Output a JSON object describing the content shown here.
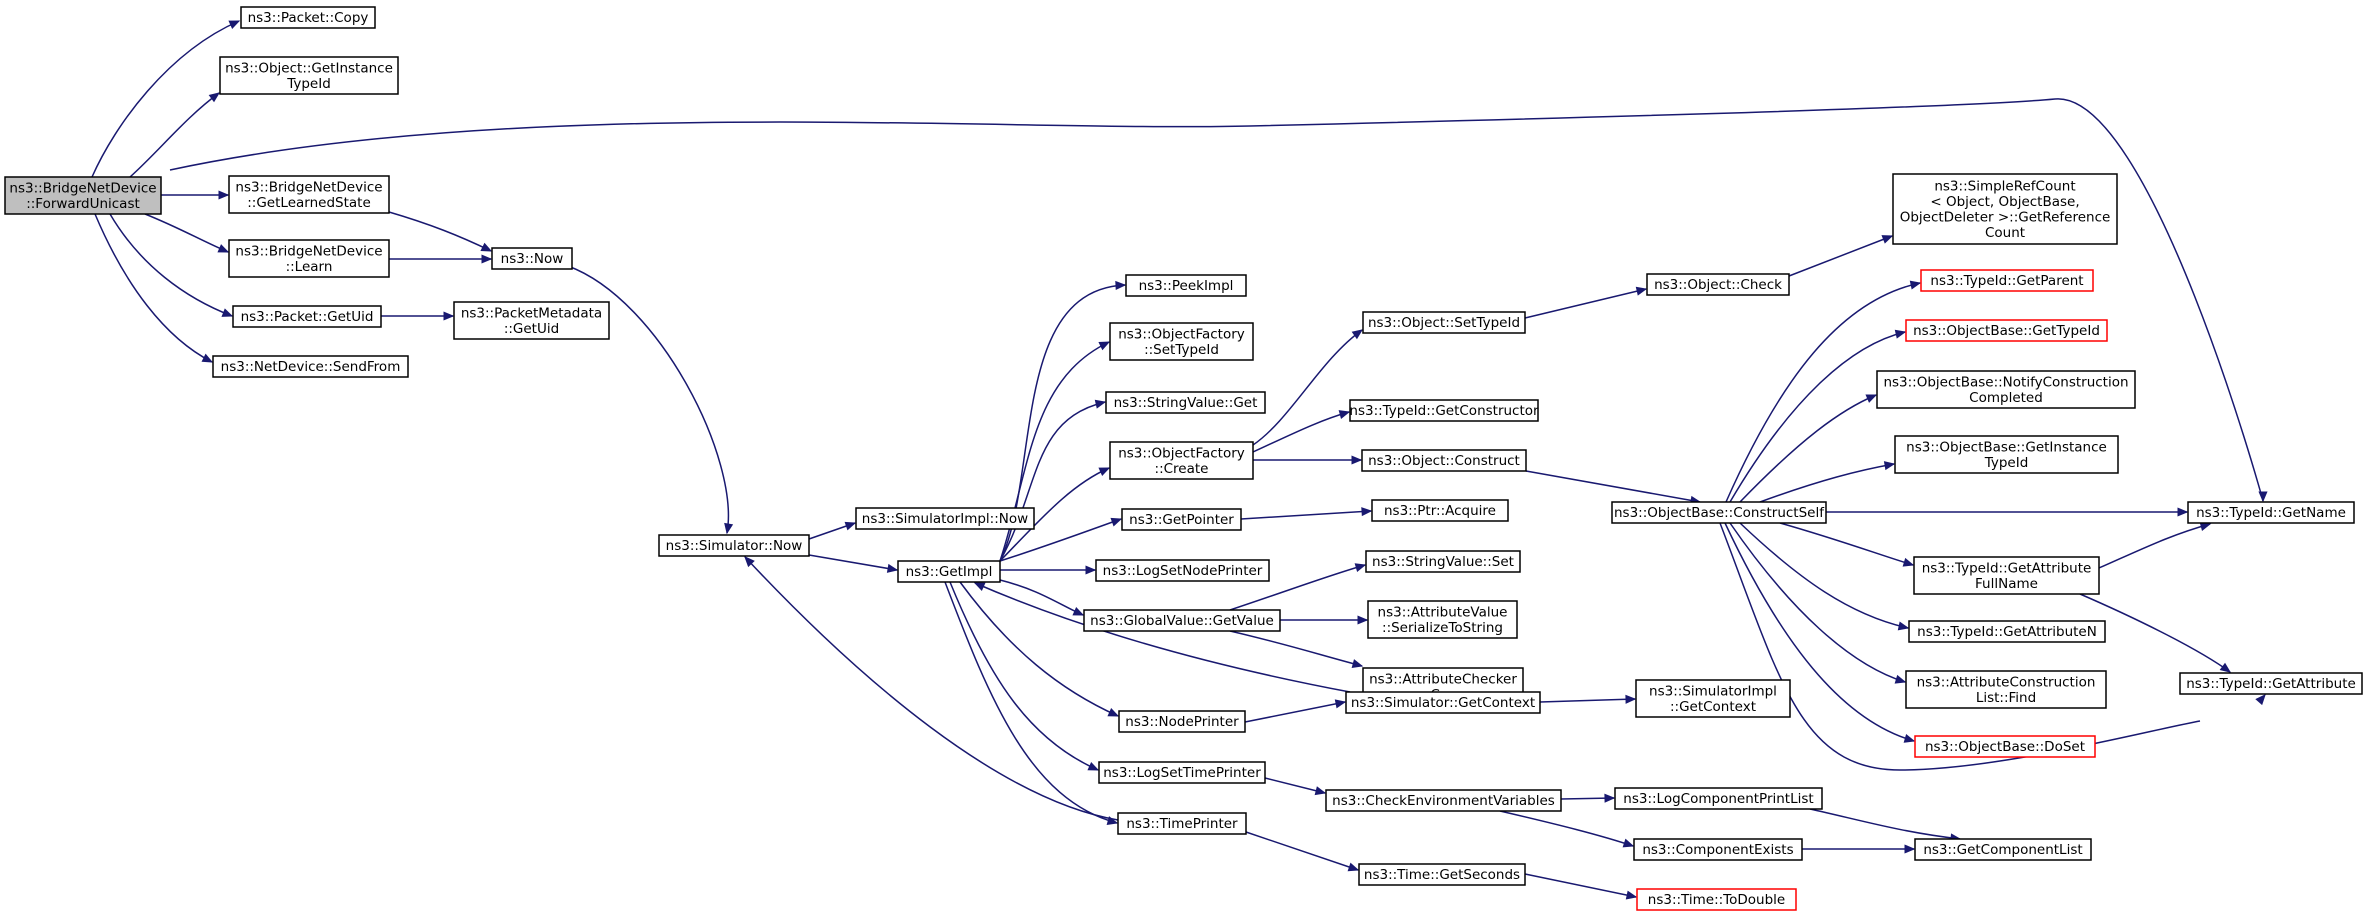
{
  "diagram": {
    "nodes": [
      {
        "id": "root",
        "lines": [
          "ns3::BridgeNetDevice",
          "::ForwardUnicast"
        ],
        "style": "root"
      },
      {
        "id": "pkt_copy",
        "lines": [
          "ns3::Packet::Copy"
        ]
      },
      {
        "id": "obj_getinst",
        "lines": [
          "ns3::Object::GetInstance",
          "TypeId"
        ]
      },
      {
        "id": "bnd_learned",
        "lines": [
          "ns3::BridgeNetDevice",
          "::GetLearnedState"
        ]
      },
      {
        "id": "bnd_learn",
        "lines": [
          "ns3::BridgeNetDevice",
          "::Learn"
        ]
      },
      {
        "id": "pkt_uid",
        "lines": [
          "ns3::Packet::GetUid"
        ]
      },
      {
        "id": "nd_sendfrom",
        "lines": [
          "ns3::NetDevice::SendFrom"
        ]
      },
      {
        "id": "now",
        "lines": [
          "ns3::Now"
        ]
      },
      {
        "id": "pm_uid",
        "lines": [
          "ns3::PacketMetadata",
          "::GetUid"
        ]
      },
      {
        "id": "sim_now",
        "lines": [
          "ns3::Simulator::Now"
        ]
      },
      {
        "id": "simimpl_now",
        "lines": [
          "ns3::SimulatorImpl::Now"
        ]
      },
      {
        "id": "getimpl",
        "lines": [
          "ns3::GetImpl"
        ]
      },
      {
        "id": "peekimpl",
        "lines": [
          "ns3::PeekImpl"
        ]
      },
      {
        "id": "of_settype",
        "lines": [
          "ns3::ObjectFactory",
          "::SetTypeId"
        ]
      },
      {
        "id": "sv_get",
        "lines": [
          "ns3::StringValue::Get"
        ]
      },
      {
        "id": "of_create",
        "lines": [
          "ns3::ObjectFactory",
          "::Create"
        ]
      },
      {
        "id": "getpointer",
        "lines": [
          "ns3::GetPointer"
        ]
      },
      {
        "id": "lsnp",
        "lines": [
          "ns3::LogSetNodePrinter"
        ]
      },
      {
        "id": "gv_getvalue",
        "lines": [
          "ns3::GlobalValue::GetValue"
        ]
      },
      {
        "id": "nodeprinter",
        "lines": [
          "ns3::NodePrinter"
        ]
      },
      {
        "id": "lstp",
        "lines": [
          "ns3::LogSetTimePrinter"
        ]
      },
      {
        "id": "timeprinter",
        "lines": [
          "ns3::TimePrinter"
        ]
      },
      {
        "id": "obj_settype",
        "lines": [
          "ns3::Object::SetTypeId"
        ]
      },
      {
        "id": "tid_getctor",
        "lines": [
          "ns3::TypeId::GetConstructor"
        ]
      },
      {
        "id": "obj_construct",
        "lines": [
          "ns3::Object::Construct"
        ]
      },
      {
        "id": "ptr_acquire",
        "lines": [
          "ns3::Ptr::Acquire"
        ]
      },
      {
        "id": "sv_set",
        "lines": [
          "ns3::StringValue::Set"
        ]
      },
      {
        "id": "av_ser",
        "lines": [
          "ns3::AttributeValue",
          "::SerializeToString"
        ]
      },
      {
        "id": "ac_copy",
        "lines": [
          "ns3::AttributeChecker",
          "::Copy"
        ]
      },
      {
        "id": "sim_getctx",
        "lines": [
          "ns3::Simulator::GetContext"
        ]
      },
      {
        "id": "cev",
        "lines": [
          "ns3::CheckEnvironmentVariables"
        ]
      },
      {
        "id": "time_getsec",
        "lines": [
          "ns3::Time::GetSeconds"
        ]
      },
      {
        "id": "obj_check",
        "lines": [
          "ns3::Object::Check"
        ]
      },
      {
        "id": "ob_cself",
        "lines": [
          "ns3::ObjectBase::ConstructSelf"
        ]
      },
      {
        "id": "simimpl_ctx",
        "lines": [
          "ns3::SimulatorImpl",
          "::GetContext"
        ]
      },
      {
        "id": "lcpl",
        "lines": [
          "ns3::LogComponentPrintList"
        ]
      },
      {
        "id": "compexists",
        "lines": [
          "ns3::ComponentExists"
        ]
      },
      {
        "id": "time_todouble",
        "lines": [
          "ns3::Time::ToDouble"
        ],
        "style": "red"
      },
      {
        "id": "src_getref",
        "lines": [
          "ns3::SimpleRefCount",
          "< Object, ObjectBase,",
          " ObjectDeleter >::GetReference",
          "Count"
        ]
      },
      {
        "id": "tid_getparent",
        "lines": [
          "ns3::TypeId::GetParent"
        ],
        "style": "red"
      },
      {
        "id": "ob_gettype",
        "lines": [
          "ns3::ObjectBase::GetTypeId"
        ],
        "style": "red"
      },
      {
        "id": "ob_notify",
        "lines": [
          "ns3::ObjectBase::NotifyConstruction",
          "Completed"
        ]
      },
      {
        "id": "ob_getinst",
        "lines": [
          "ns3::ObjectBase::GetInstance",
          "TypeId"
        ]
      },
      {
        "id": "tid_getattrfull",
        "lines": [
          "ns3::TypeId::GetAttribute",
          "FullName"
        ]
      },
      {
        "id": "tid_getattrn",
        "lines": [
          "ns3::TypeId::GetAttributeN"
        ]
      },
      {
        "id": "acl_find",
        "lines": [
          "ns3::AttributeConstruction",
          "List::Find"
        ]
      },
      {
        "id": "ob_doset",
        "lines": [
          "ns3::ObjectBase::DoSet"
        ],
        "style": "red"
      },
      {
        "id": "getcomplist",
        "lines": [
          "ns3::GetComponentList"
        ]
      },
      {
        "id": "tid_getname",
        "lines": [
          "ns3::TypeId::GetName"
        ]
      },
      {
        "id": "tid_getattr",
        "lines": [
          "ns3::TypeId::GetAttribute"
        ]
      }
    ],
    "edges": [
      {
        "from": "root",
        "to": "pkt_copy"
      },
      {
        "from": "root",
        "to": "obj_getinst"
      },
      {
        "from": "root",
        "to": "tid_getname"
      },
      {
        "from": "root",
        "to": "bnd_learned"
      },
      {
        "from": "root",
        "to": "bnd_learn"
      },
      {
        "from": "root",
        "to": "pkt_uid"
      },
      {
        "from": "root",
        "to": "nd_sendfrom"
      },
      {
        "from": "bnd_learned",
        "to": "now"
      },
      {
        "from": "bnd_learn",
        "to": "now"
      },
      {
        "from": "pkt_uid",
        "to": "pm_uid"
      },
      {
        "from": "now",
        "to": "sim_now"
      },
      {
        "from": "sim_now",
        "to": "simimpl_now"
      },
      {
        "from": "sim_now",
        "to": "getimpl"
      },
      {
        "from": "getimpl",
        "to": "peekimpl"
      },
      {
        "from": "getimpl",
        "to": "of_settype"
      },
      {
        "from": "getimpl",
        "to": "sv_get"
      },
      {
        "from": "getimpl",
        "to": "of_create"
      },
      {
        "from": "getimpl",
        "to": "getpointer"
      },
      {
        "from": "getimpl",
        "to": "lsnp"
      },
      {
        "from": "getimpl",
        "to": "gv_getvalue"
      },
      {
        "from": "getimpl",
        "to": "nodeprinter"
      },
      {
        "from": "getimpl",
        "to": "lstp"
      },
      {
        "from": "getimpl",
        "to": "timeprinter"
      },
      {
        "from": "timeprinter",
        "to": "sim_now"
      },
      {
        "from": "of_create",
        "to": "obj_settype"
      },
      {
        "from": "of_create",
        "to": "tid_getctor"
      },
      {
        "from": "of_create",
        "to": "obj_construct"
      },
      {
        "from": "getpointer",
        "to": "ptr_acquire"
      },
      {
        "from": "gv_getvalue",
        "to": "sv_set"
      },
      {
        "from": "gv_getvalue",
        "to": "av_ser"
      },
      {
        "from": "gv_getvalue",
        "to": "ac_copy"
      },
      {
        "from": "nodeprinter",
        "to": "sim_getctx"
      },
      {
        "from": "sim_getctx",
        "to": "getimpl"
      },
      {
        "from": "sim_getctx",
        "to": "simimpl_ctx"
      },
      {
        "from": "lstp",
        "to": "cev"
      },
      {
        "from": "timeprinter",
        "to": "time_getsec"
      },
      {
        "from": "obj_settype",
        "to": "obj_check"
      },
      {
        "from": "obj_check",
        "to": "src_getref"
      },
      {
        "from": "obj_construct",
        "to": "ob_cself"
      },
      {
        "from": "cev",
        "to": "lcpl"
      },
      {
        "from": "cev",
        "to": "compexists"
      },
      {
        "from": "time_getsec",
        "to": "time_todouble"
      },
      {
        "from": "ob_cself",
        "to": "tid_getparent"
      },
      {
        "from": "ob_cself",
        "to": "ob_gettype"
      },
      {
        "from": "ob_cself",
        "to": "ob_notify"
      },
      {
        "from": "ob_cself",
        "to": "ob_getinst"
      },
      {
        "from": "ob_cself",
        "to": "tid_getname"
      },
      {
        "from": "ob_cself",
        "to": "tid_getattrfull"
      },
      {
        "from": "ob_cself",
        "to": "tid_getattrn"
      },
      {
        "from": "ob_cself",
        "to": "acl_find"
      },
      {
        "from": "ob_cself",
        "to": "ob_doset"
      },
      {
        "from": "ob_cself",
        "to": "tid_getattr"
      },
      {
        "from": "tid_getattrfull",
        "to": "tid_getname"
      },
      {
        "from": "tid_getattrfull",
        "to": "tid_getattr"
      },
      {
        "from": "lcpl",
        "to": "getcomplist"
      },
      {
        "from": "compexists",
        "to": "getcomplist"
      }
    ]
  }
}
